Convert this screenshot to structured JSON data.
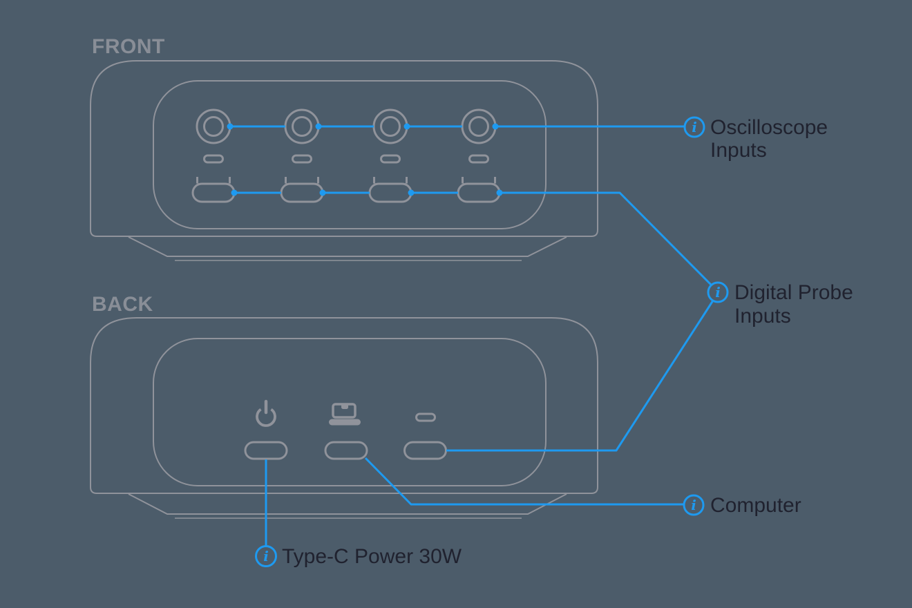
{
  "colors": {
    "background": "#4C5C6A",
    "outline": "#90939B",
    "accent": "#1E9AF0",
    "text": "#20222F",
    "heading": "#898E97"
  },
  "diagram": {
    "front": {
      "label": "FRONT",
      "oscilloscope_input_count": 4,
      "digital_probe_input_count": 4
    },
    "back": {
      "label": "BACK",
      "port_count": 3
    },
    "callouts": {
      "oscilloscope": {
        "line1": "Oscilloscope",
        "line2": "Inputs"
      },
      "digital_probe": {
        "line1": "Digital Probe",
        "line2": "Inputs"
      },
      "computer": {
        "label": "Computer"
      },
      "type_c_power": {
        "label": "Type-C Power 30W"
      }
    },
    "info_glyph": "i"
  }
}
